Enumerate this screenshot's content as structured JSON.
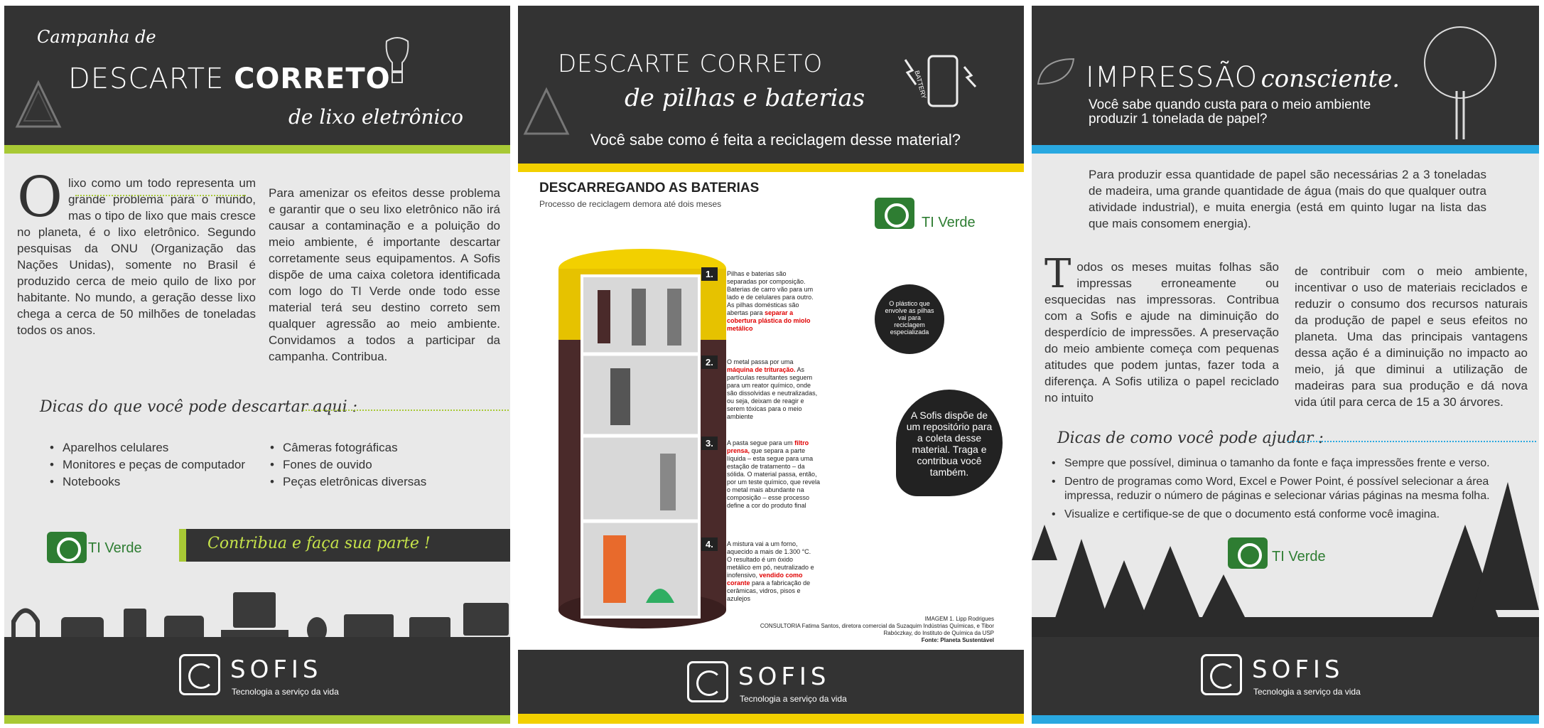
{
  "panel1": {
    "title_script": "Campanha de",
    "title_main_a": "DESCARTE ",
    "title_main_b": "CORRETO",
    "title_sub": "de lixo eletrônico",
    "dropcap": "O",
    "col1": "lixo como um todo representa um grande problema para o mundo, mas o tipo de lixo que mais cresce no planeta, é o lixo eletrônico. Segundo pesquisas da ONU (Organização das Nações Unidas), somente no Brasil é produzido cerca de meio quilo de lixo por habitante. No mundo, a geração desse lixo chega a cerca de 50 milhões de toneladas todos os anos.",
    "col2": "Para amenizar os efeitos desse problema e garantir que o seu lixo eletrônico não irá causar a contaminação e a poluição do meio ambiente, é importante descartar corretamente seus equipamentos. A Sofis dispõe de uma caixa coletora identificada com logo do TI Verde onde todo esse material terá seu destino correto sem qualquer agressão ao meio ambiente. Convidamos a todos a participar da campanha. Contribua.",
    "tips_title": "Dicas do que você pode descartar aqui :",
    "tips_left": [
      "Aparelhos celulares",
      "Monitores e peças de computador",
      "Notebooks"
    ],
    "tips_right": [
      "Câmeras fotográficas",
      "Fones de ouvido",
      "Peças eletrônicas diversas"
    ],
    "ti_verde": "TI Verde",
    "cta": "Contribua e faça sua parte !",
    "accent": "#a8c935"
  },
  "panel2": {
    "title_main": "DESCARTE CORRETO",
    "title_sub": "de pilhas e baterias",
    "question": "Você sabe como é feita a reciclagem desse material?",
    "battery_label": "BATTERY",
    "section_title": "DESCARREGANDO AS BATERIAS",
    "section_sub": "Processo de reciclagem demora até dois meses",
    "ti_verde": "TI Verde",
    "steps": [
      {
        "num": "1.",
        "text": "Pilhas e baterias são separadas por composição. Baterias de carro vão para um lado e de celulares para outro. As pilhas domésticas são abertas para",
        "highlight": "separar a cobertura plástica do miolo metálico"
      },
      {
        "num": "2.",
        "text": "O metal passa por uma",
        "highlight": "máquina de trituração.",
        "text2": "As partículas resultantes seguem para um reator químico, onde são dissolvidas e neutralizadas, ou seja, deixam de reagir e serem tóxicas para o meio ambiente"
      },
      {
        "num": "3.",
        "text": "A pasta segue para um",
        "highlight": "filtro prensa,",
        "text2": "que separa a parte líquida – esta segue para uma estação de tratamento – da sólida. O material passa, então, por um teste químico, que revela o metal mais abundante na composição – esse processo define a cor do produto final"
      },
      {
        "num": "4.",
        "text": "A mistura vai a um forno, aquecido a mais de 1.300 °C. O resultado é um óxido metálico em pó, neutralizado e inofensivo,",
        "highlight": "vendido como corante",
        "text2": "para a fabricação de cerâmicas, vidros, pisos e azulejos"
      }
    ],
    "callout_small": "O plástico que envolve as pilhas vai para reciclagem especializada",
    "callout_big": "A Sofis dispõe de um repositório para a coleta desse material. Traga e contribua você também.",
    "credit1": "IMAGEM 1. Lipp Rodrigues",
    "credit2": "CONSULTORIA Fatima Santos, diretora comercial da Suzaquim Indústrias Químicas, e Tibor Rabóczkay, do Instituto de Química da USP",
    "credit3": "Fonte: Planeta Sustentável",
    "accent": "#f2d000"
  },
  "panel3": {
    "title_a": "IMPRESSÃO",
    "title_b": "consciente.",
    "question": "Você sabe quando custa para o meio ambiente produzir 1 tonelada de papel?",
    "intro": "Para produzir essa quantidade de papel são necessárias 2 a 3 toneladas de madeira, uma grande quantidade de água (mais do que qualquer outra atividade industrial), e muita energia (está em quinto lugar na lista das que mais consomem energia).",
    "dropcap": "T",
    "col1": "odos os meses muitas folhas são impressas erroneamente ou esquecidas nas impressoras. Contribua com a Sofis e ajude na diminuição do desperdício de impressões. A preservação do meio ambiente começa com pequenas atitudes que podem juntas, fazer toda a diferença. A Sofis utiliza o papel reciclado no intuito",
    "col2": "de contribuir com o meio ambiente, incentivar o uso de materiais reciclados e reduzir o consumo dos recursos naturais da produção de papel e seus efeitos no planeta. Uma das principais vantagens dessa ação é a diminuição no impacto ao meio, já que diminui a utilização de madeiras para sua produção e dá nova vida útil para cerca de 15 a 30 árvores.",
    "tips_title": "Dicas de como você pode ajudar :",
    "tips": [
      "Sempre que possível, diminua o tamanho da fonte e faça impressões frente e verso.",
      "Dentro de programas como Word, Excel e Power Point, é possível selecionar a área impressa, reduzir o número de páginas e selecionar várias páginas na mesma folha.",
      "Visualize e certifique-se de que o documento está conforme você imagina."
    ],
    "ti_verde": "TI Verde",
    "accent": "#29a8e0"
  },
  "footer": {
    "brand": "SOFIS",
    "tagline": "Tecnologia a serviço da vida"
  }
}
